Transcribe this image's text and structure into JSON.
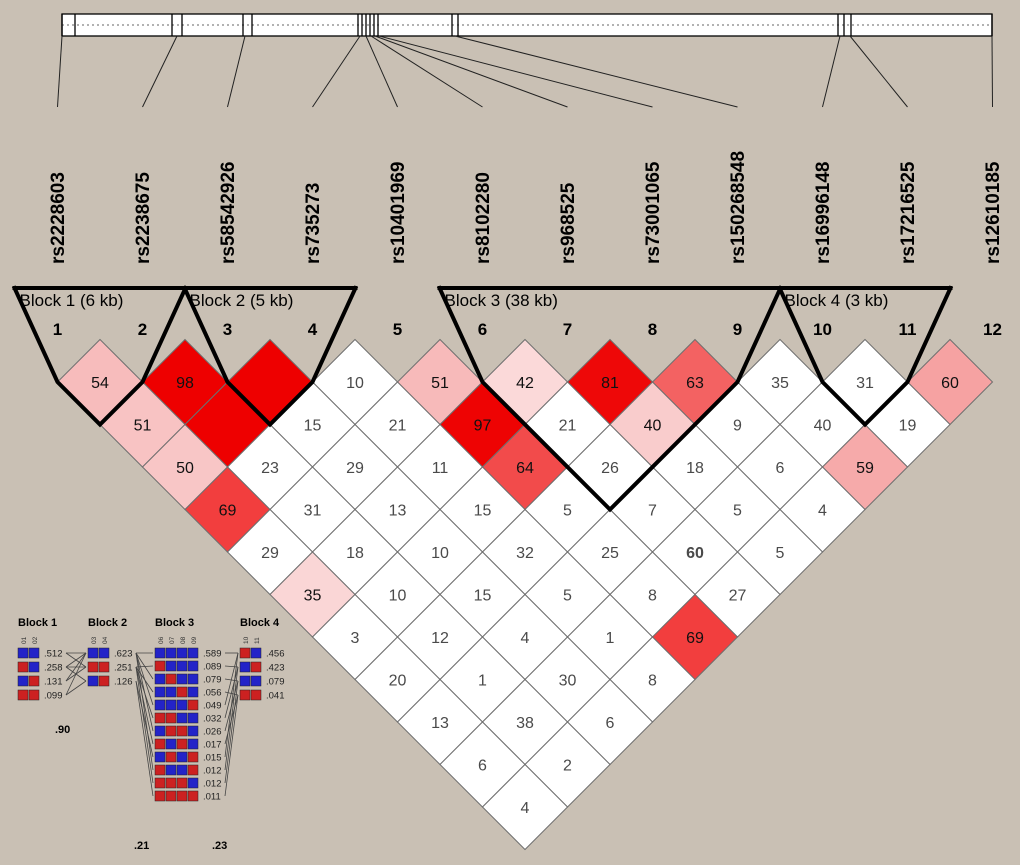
{
  "colors": {
    "background": "#c9c0b4",
    "cell_border": "#6f6f6f",
    "bright_red": "#ee0000",
    "block_outline": "#000000",
    "hap_blue": "#2323c8",
    "hap_red": "#cc2121",
    "track_fill": "#ffffff"
  },
  "chart_data": {
    "type": "heatmap",
    "snps": [
      {
        "num": "1",
        "name": "rs2228603"
      },
      {
        "num": "2",
        "name": "rs2238675"
      },
      {
        "num": "3",
        "name": "rs58542926"
      },
      {
        "num": "4",
        "name": "rs735273"
      },
      {
        "num": "5",
        "name": "rs10401969"
      },
      {
        "num": "6",
        "name": "rs8102280"
      },
      {
        "num": "7",
        "name": "rs968525"
      },
      {
        "num": "8",
        "name": "rs73001065"
      },
      {
        "num": "9",
        "name": "rs150268548"
      },
      {
        "num": "10",
        "name": "rs16996148"
      },
      {
        "num": "11",
        "name": "rs17216525"
      },
      {
        "num": "12",
        "name": "rs12610185"
      }
    ],
    "gene_track": {
      "ticks": [
        62,
        75,
        172,
        182,
        243,
        252,
        358,
        362,
        366,
        370,
        374,
        378,
        452,
        458,
        838,
        844,
        851,
        992
      ],
      "anchors": [
        62,
        177,
        245,
        360,
        366,
        371,
        375,
        379,
        455,
        840,
        850,
        992
      ]
    },
    "blocks": [
      {
        "label": "Block 1 (6 kb)",
        "start": 1,
        "end": 2
      },
      {
        "label": "Block 2 (5 kb)",
        "start": 3,
        "end": 4
      },
      {
        "label": "Block 3 (38 kb)",
        "start": 6,
        "end": 9
      },
      {
        "label": "Block 4 (3 kb)",
        "start": 10,
        "end": 11
      }
    ],
    "cells": [
      [
        {
          "v": "54",
          "c": "#f7bcbc"
        },
        {
          "v": "98",
          "c": "#ee0000"
        },
        {
          "v": "",
          "c": "#ee0000"
        },
        {
          "v": "10"
        },
        {
          "v": "51",
          "c": "#f7baba"
        },
        {
          "v": "42",
          "c": "#fbd9d9"
        },
        {
          "v": "81",
          "c": "#ee0808"
        },
        {
          "v": "63",
          "c": "#f36262"
        },
        {
          "v": "35"
        },
        {
          "v": "31"
        },
        {
          "v": "60",
          "c": "#f6a2a2"
        }
      ],
      [
        {
          "v": "51",
          "c": "#f8c3c3"
        },
        {
          "v": "",
          "c": "#ee0000"
        },
        {
          "v": "15"
        },
        {
          "v": "21"
        },
        {
          "v": "97",
          "c": "#ee0303"
        },
        {
          "v": "21"
        },
        {
          "v": "40",
          "c": "#f9cccc"
        },
        {
          "v": "9"
        },
        {
          "v": "40"
        },
        {
          "v": "19"
        }
      ],
      [
        {
          "v": "50",
          "c": "#f8c6c6"
        },
        {
          "v": "23"
        },
        {
          "v": "29"
        },
        {
          "v": "11"
        },
        {
          "v": "64",
          "c": "#f24b4b"
        },
        {
          "v": "26"
        },
        {
          "v": "18"
        },
        {
          "v": "6"
        },
        {
          "v": "59",
          "c": "#f6aaaa"
        }
      ],
      [
        {
          "v": "69",
          "c": "#f23e3e"
        },
        {
          "v": "31"
        },
        {
          "v": "13"
        },
        {
          "v": "15"
        },
        {
          "v": "5"
        },
        {
          "v": "7"
        },
        {
          "v": "5"
        },
        {
          "v": "4"
        }
      ],
      [
        {
          "v": "29"
        },
        {
          "v": "18"
        },
        {
          "v": "10"
        },
        {
          "v": "32"
        },
        {
          "v": "25"
        },
        {
          "v": "60",
          "b": true
        },
        {
          "v": "5"
        }
      ],
      [
        {
          "v": "35",
          "c": "#fad6d6"
        },
        {
          "v": "10"
        },
        {
          "v": "15"
        },
        {
          "v": "5"
        },
        {
          "v": "8"
        },
        {
          "v": "27"
        }
      ],
      [
        {
          "v": "3"
        },
        {
          "v": "12"
        },
        {
          "v": "4"
        },
        {
          "v": "1"
        },
        {
          "v": "69",
          "c": "#f23e3e"
        }
      ],
      [
        {
          "v": "20"
        },
        {
          "v": "1"
        },
        {
          "v": "30"
        },
        {
          "v": "8"
        }
      ],
      [
        {
          "v": "13"
        },
        {
          "v": "38"
        },
        {
          "v": "6"
        }
      ],
      [
        {
          "v": "6"
        },
        {
          "v": "2"
        }
      ],
      [
        {
          "v": "4"
        }
      ]
    ],
    "haplotypes": {
      "blocks": [
        {
          "label": "Block 1",
          "cols": [
            "01",
            "02"
          ],
          "rows": [
            {
              "f": ".512",
              "p": [
                "b",
                "b"
              ]
            },
            {
              "f": ".258",
              "p": [
                "r",
                "b"
              ]
            },
            {
              "f": ".131",
              "p": [
                "b",
                "r"
              ]
            },
            {
              "f": ".099",
              "p": [
                "r",
                "r"
              ]
            }
          ]
        },
        {
          "label": "Block 2",
          "cols": [
            "03",
            "04"
          ],
          "rows": [
            {
              "f": ".623",
              "p": [
                "b",
                "b"
              ]
            },
            {
              "f": ".251",
              "p": [
                "r",
                "r"
              ]
            },
            {
              "f": ".126",
              "p": [
                "b",
                "r"
              ]
            }
          ]
        },
        {
          "label": "Block 3",
          "cols": [
            "06",
            "07",
            "08",
            "09"
          ],
          "rows": [
            {
              "f": ".589",
              "p": [
                "b",
                "b",
                "b",
                "b"
              ]
            },
            {
              "f": ".089",
              "p": [
                "r",
                "b",
                "b",
                "b"
              ]
            },
            {
              "f": ".079",
              "p": [
                "b",
                "r",
                "b",
                "b"
              ]
            },
            {
              "f": ".056",
              "p": [
                "b",
                "b",
                "r",
                "b"
              ]
            },
            {
              "f": ".049",
              "p": [
                "b",
                "b",
                "b",
                "r"
              ]
            },
            {
              "f": ".032",
              "p": [
                "r",
                "r",
                "b",
                "b"
              ]
            },
            {
              "f": ".026",
              "p": [
                "b",
                "r",
                "r",
                "b"
              ]
            },
            {
              "f": ".017",
              "p": [
                "r",
                "b",
                "r",
                "b"
              ]
            },
            {
              "f": ".015",
              "p": [
                "b",
                "r",
                "b",
                "r"
              ]
            },
            {
              "f": ".012",
              "p": [
                "r",
                "b",
                "b",
                "r"
              ]
            },
            {
              "f": ".012",
              "p": [
                "r",
                "r",
                "r",
                "b"
              ]
            },
            {
              "f": ".011",
              "p": [
                "r",
                "r",
                "r",
                "r"
              ]
            }
          ]
        },
        {
          "label": "Block 4",
          "cols": [
            "10",
            "11"
          ],
          "rows": [
            {
              "f": ".456",
              "p": [
                "r",
                "b"
              ]
            },
            {
              "f": ".423",
              "p": [
                "b",
                "r"
              ]
            },
            {
              "f": ".079",
              "p": [
                "b",
                "b"
              ]
            },
            {
              "f": ".041",
              "p": [
                "r",
                "r"
              ]
            }
          ]
        }
      ],
      "d_values": [
        ".90",
        ".21",
        ".23"
      ],
      "links": {
        "b1_b2": [
          [
            0,
            0
          ],
          [
            0,
            1
          ],
          [
            1,
            0
          ],
          [
            1,
            1
          ],
          [
            1,
            2
          ],
          [
            2,
            0
          ],
          [
            2,
            1
          ],
          [
            3,
            0
          ],
          [
            3,
            2
          ]
        ],
        "b2_b3": [
          [
            0,
            0
          ],
          [
            1,
            1
          ],
          [
            0,
            2
          ],
          [
            1,
            3
          ],
          [
            0,
            4
          ],
          [
            1,
            5
          ],
          [
            0,
            6
          ],
          [
            1,
            7
          ],
          [
            2,
            8
          ],
          [
            0,
            9
          ],
          [
            1,
            10
          ],
          [
            2,
            11
          ]
        ],
        "b3_b4": [
          [
            0,
            0
          ],
          [
            1,
            1
          ],
          [
            2,
            2
          ],
          [
            3,
            3
          ],
          [
            4,
            0
          ],
          [
            5,
            1
          ],
          [
            6,
            2
          ],
          [
            7,
            3
          ],
          [
            8,
            0
          ],
          [
            9,
            1
          ],
          [
            10,
            2
          ],
          [
            11,
            3
          ]
        ]
      }
    }
  }
}
